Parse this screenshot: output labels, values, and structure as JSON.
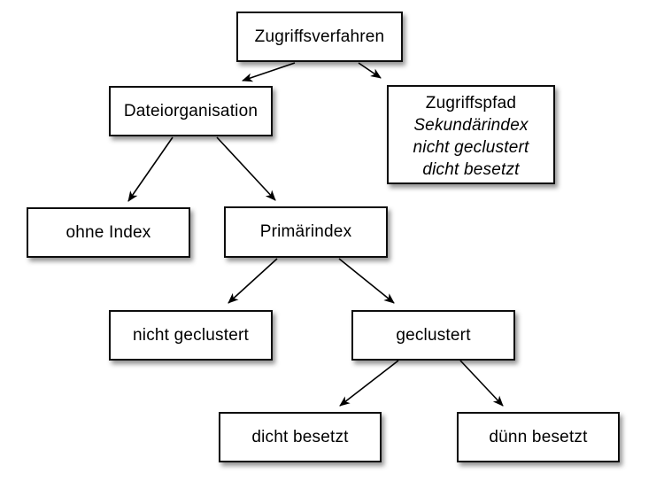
{
  "diagram": {
    "nodes": {
      "zugriffsverfahren": {
        "label": "Zugriffsverfahren"
      },
      "dateiorganisation": {
        "label": "Dateiorganisation"
      },
      "zugriffspfad": {
        "title": "Zugriffspfad",
        "sub1": "Sekundärindex",
        "sub2": "nicht geclustert",
        "sub3": "dicht besetzt"
      },
      "ohne_index": {
        "label": "ohne Index"
      },
      "primaerindex": {
        "label": "Primärindex"
      },
      "nicht_geclustert": {
        "label": "nicht geclustert"
      },
      "geclustert": {
        "label": "geclustert"
      },
      "dicht_besetzt": {
        "label": "dicht besetzt"
      },
      "duenn_besetzt": {
        "label": "dünn besetzt"
      }
    },
    "edges": [
      {
        "from": "zugriffsverfahren",
        "to": "dateiorganisation"
      },
      {
        "from": "zugriffsverfahren",
        "to": "zugriffspfad"
      },
      {
        "from": "dateiorganisation",
        "to": "ohne_index"
      },
      {
        "from": "dateiorganisation",
        "to": "primaerindex"
      },
      {
        "from": "primaerindex",
        "to": "nicht_geclustert"
      },
      {
        "from": "primaerindex",
        "to": "geclustert"
      },
      {
        "from": "geclustert",
        "to": "dicht_besetzt"
      },
      {
        "from": "geclustert",
        "to": "duenn_besetzt"
      }
    ],
    "colors": {
      "box_fill": "#ffffff",
      "box_border": "#0d0d0d",
      "arrow": "#000000",
      "text": "#000000",
      "background": "#ffffff"
    }
  }
}
